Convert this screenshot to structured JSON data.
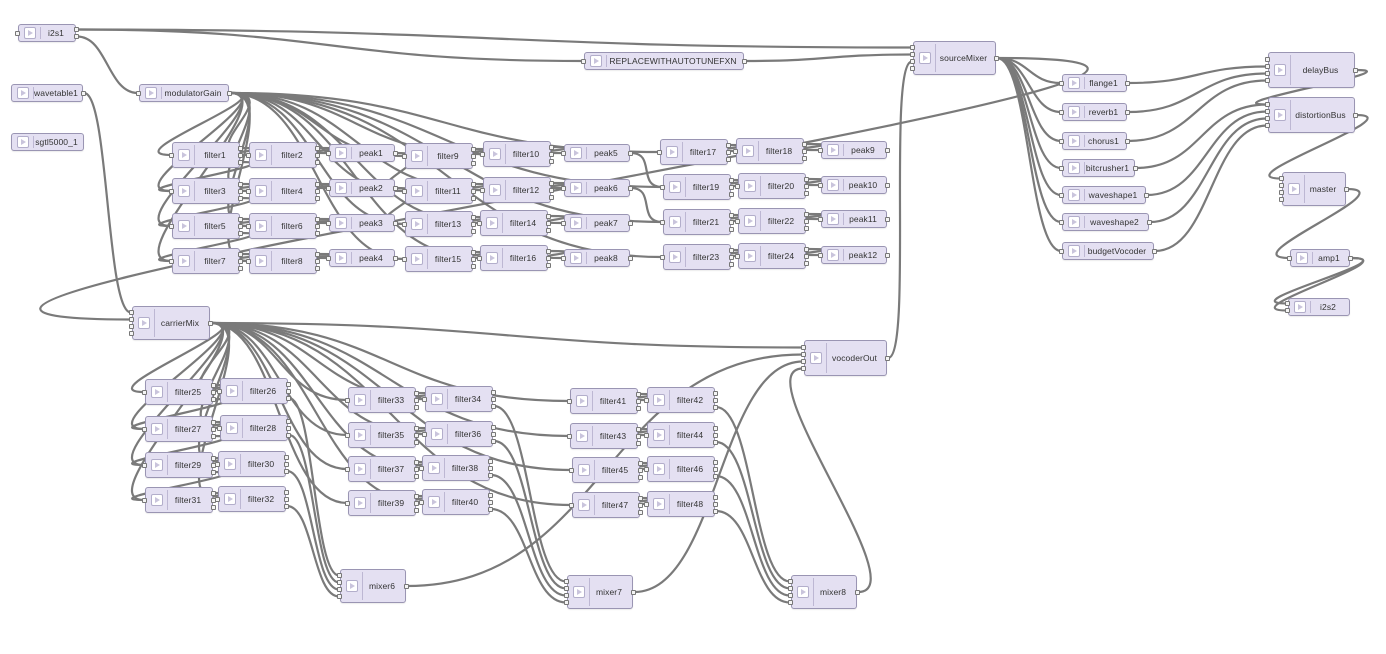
{
  "nodes": {
    "i2s1": "i2s1",
    "wavetable1": "wavetable1",
    "sgtl5000_1": "sgtl5000_1",
    "modulatorGain": "modulatorGain",
    "replace": "REPLACEWITHAUTOTUNEFXN",
    "sourceMixer": "sourceMixer",
    "flange1": "flange1",
    "reverb1": "reverb1",
    "chorus1": "chorus1",
    "bitcrusher1": "bitcrusher1",
    "waveshape1": "waveshape1",
    "waveshape2": "waveshape2",
    "budgetVocoder": "budgetVocoder",
    "delayBus": "delayBus",
    "distortionBus": "distortionBus",
    "master": "master",
    "amp1": "amp1",
    "i2s2": "i2s2",
    "carrierMix": "carrierMix",
    "vocoderOut": "vocoderOut",
    "mixer6": "mixer6",
    "mixer7": "mixer7",
    "mixer8": "mixer8",
    "filter1": "filter1",
    "filter2": "filter2",
    "filter3": "filter3",
    "filter4": "filter4",
    "filter5": "filter5",
    "filter6": "filter6",
    "filter7": "filter7",
    "filter8": "filter8",
    "filter9": "filter9",
    "filter10": "filter10",
    "filter11": "filter11",
    "filter12": "filter12",
    "filter13": "filter13",
    "filter14": "filter14",
    "filter15": "filter15",
    "filter16": "filter16",
    "filter17": "filter17",
    "filter18": "filter18",
    "filter19": "filter19",
    "filter20": "filter20",
    "filter21": "filter21",
    "filter22": "filter22",
    "filter23": "filter23",
    "filter24": "filter24",
    "filter25": "filter25",
    "filter26": "filter26",
    "filter27": "filter27",
    "filter28": "filter28",
    "filter29": "filter29",
    "filter30": "filter30",
    "filter31": "filter31",
    "filter32": "filter32",
    "filter33": "filter33",
    "filter34": "filter34",
    "filter35": "filter35",
    "filter36": "filter36",
    "filter37": "filter37",
    "filter38": "filter38",
    "filter39": "filter39",
    "filter40": "filter40",
    "filter41": "filter41",
    "filter42": "filter42",
    "filter43": "filter43",
    "filter44": "filter44",
    "filter45": "filter45",
    "filter46": "filter46",
    "filter47": "filter47",
    "filter48": "filter48",
    "peak1": "peak1",
    "peak2": "peak2",
    "peak3": "peak3",
    "peak4": "peak4",
    "peak5": "peak5",
    "peak6": "peak6",
    "peak7": "peak7",
    "peak8": "peak8",
    "peak9": "peak9",
    "peak10": "peak10",
    "peak11": "peak11",
    "peak12": "peak12"
  }
}
